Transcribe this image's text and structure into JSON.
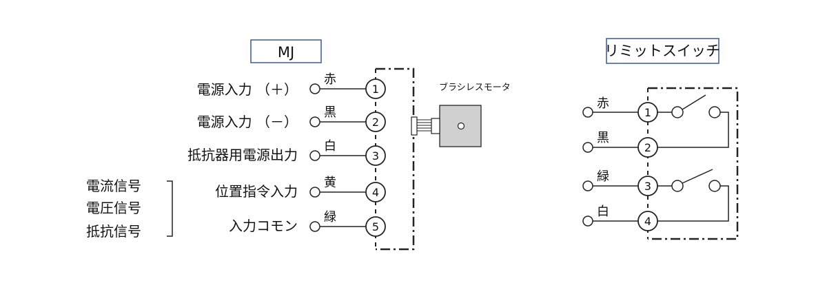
{
  "mj": {
    "title": "MJ",
    "signals": [
      "電源入力 （＋）",
      "電源入力 （－）",
      "抵抗器用電源出力",
      "位置指令入力",
      "入力コモン"
    ],
    "wire_colors": [
      "赤",
      "黒",
      "白",
      "黄",
      "緑"
    ],
    "terminals": [
      "1",
      "2",
      "3",
      "4",
      "5"
    ],
    "input_types": [
      "電流信号",
      "電圧信号",
      "抵抗信号"
    ]
  },
  "motor": {
    "label": "ブラシレスモータ"
  },
  "limit_switch": {
    "title": "リミットスイッチ",
    "wire_colors": [
      "赤",
      "黒",
      "緑",
      "白"
    ],
    "terminals": [
      "1",
      "2",
      "3",
      "4"
    ]
  },
  "colors": {
    "line": "#222222",
    "title_box_border": "#3a5a8c",
    "motor_fill": "#d0d0d0"
  }
}
